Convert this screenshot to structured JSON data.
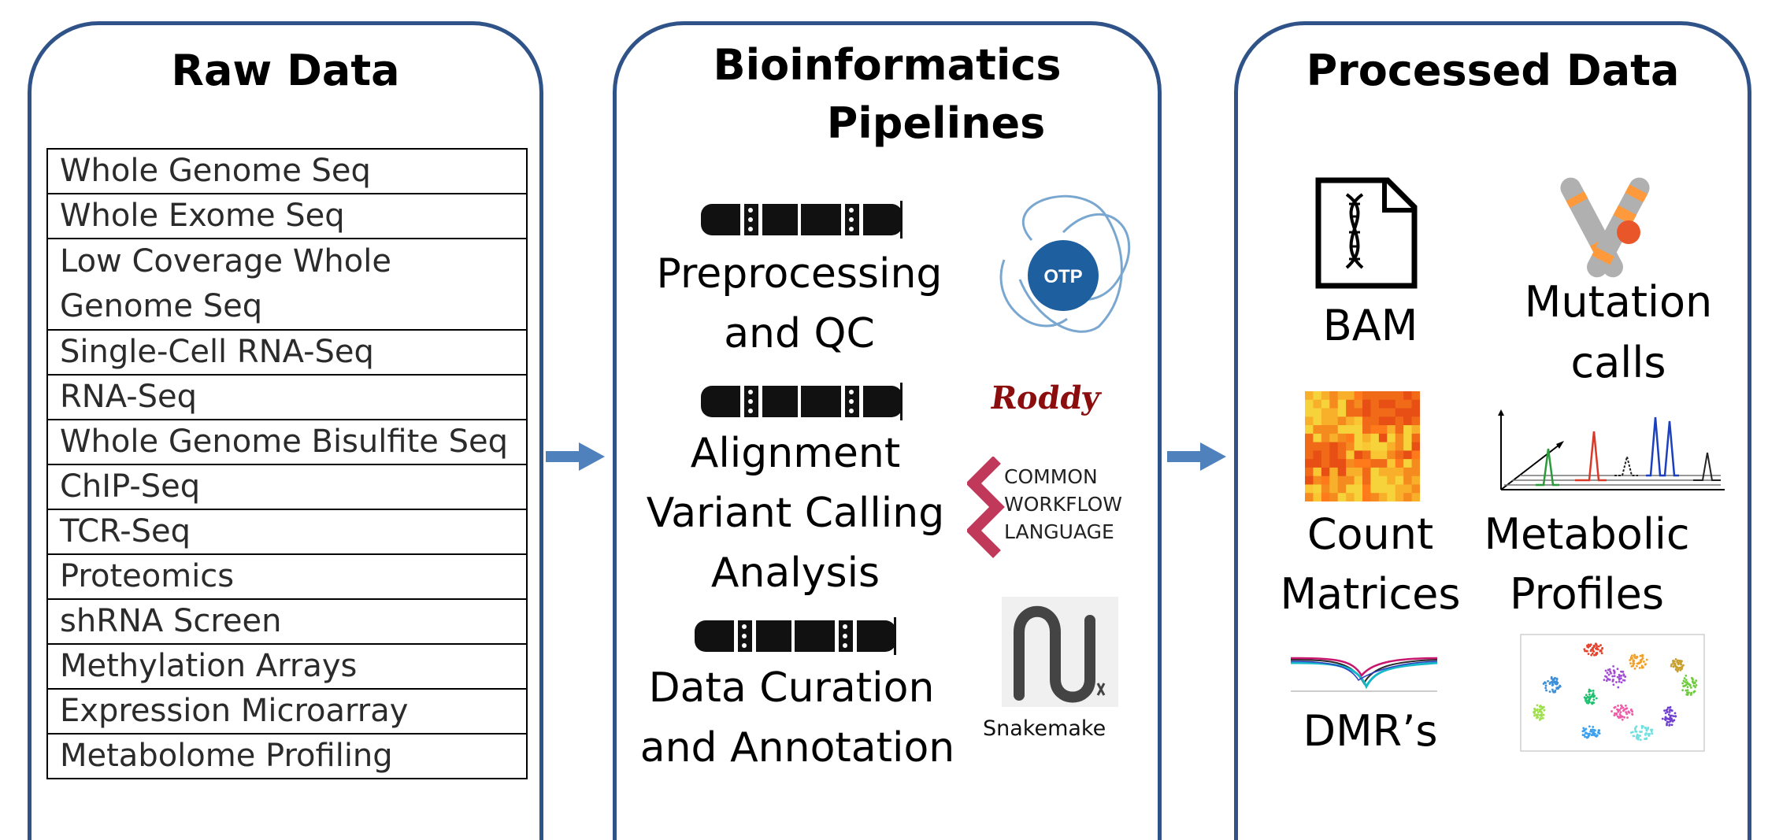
{
  "panels": {
    "raw": {
      "title": "Raw Data"
    },
    "pipelines": {
      "title_line1": "Bioinformatics",
      "title_line2": "Pipelines"
    },
    "processed": {
      "title": "Processed Data"
    }
  },
  "raw_data_items": [
    "Whole Genome Seq",
    "Whole Exome Seq",
    "Low Coverage Whole",
    "Genome Seq",
    "Single-Cell RNA-Seq",
    "RNA-Seq",
    "Whole Genome Bisulfite Seq",
    "ChIP-Seq",
    "TCR-Seq",
    "Proteomics",
    "shRNA Screen",
    "Methylation Arrays",
    "Expression Microarray",
    "Metabolome Profiling"
  ],
  "pipeline_steps": {
    "preprocessing": {
      "line1": "Preprocessing",
      "line2": "and QC"
    },
    "alignment": {
      "line1": "Alignment",
      "line2": "Variant Calling",
      "line3": "Analysis"
    },
    "curation": {
      "line1": "Data Curation",
      "line2": "and Annotation"
    }
  },
  "tools": {
    "otp": "OTP",
    "roddy": "Roddy",
    "cwl": {
      "line1": "COMMON",
      "line2": "WORKFLOW",
      "line3": "LANGUAGE"
    },
    "snakemake": "Snakemake"
  },
  "processed_items": {
    "bam": "BAM",
    "mutation": {
      "line1": "Mutation",
      "line2": "calls"
    },
    "count": {
      "line1": "Count",
      "line2": "Matrices"
    },
    "metabolic": {
      "line1": "Metabolic",
      "line2": "Profiles"
    },
    "dmr": "DMR’s"
  },
  "colors": {
    "border": "#2f5288",
    "arrow": "#4f81bd",
    "roddy": "#8b0d0d",
    "cwl": "#c0395a",
    "otp": "#1e5fa0"
  }
}
